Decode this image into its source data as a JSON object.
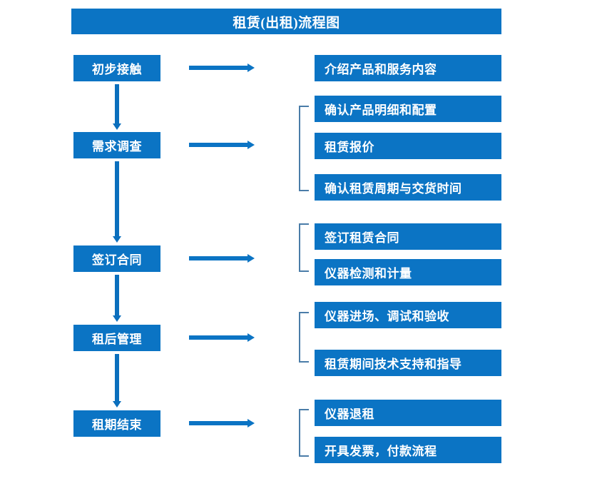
{
  "title": "租赁(出租)流程图",
  "accent_color": "#0b74c4",
  "bracket_color": "#4a7ca8",
  "background_color": "#ffffff",
  "text_color": "#ffffff",
  "stages": [
    {
      "label": "初步接触"
    },
    {
      "label": "需求调查"
    },
    {
      "label": "签订合同"
    },
    {
      "label": "租后管理"
    },
    {
      "label": "租期结束"
    }
  ],
  "details": [
    {
      "label": "介绍产品和服务内容"
    },
    {
      "label": "确认产品明细和配置"
    },
    {
      "label": "租赁报价"
    },
    {
      "label": "确认租赁周期与交货时间"
    },
    {
      "label": "签订租赁合同"
    },
    {
      "label": "仪器检测和计量"
    },
    {
      "label": "仪器进场、调试和验收"
    },
    {
      "label": "租赁期间技术支持和指导"
    },
    {
      "label": "仪器退租"
    },
    {
      "label": "开具发票，付款流程"
    }
  ],
  "chart_data": {
    "type": "diagram",
    "diagram_kind": "flowchart",
    "title": "租赁(出租)流程图",
    "orientation": "vertical-with-branches",
    "nodes": [
      {
        "id": "s1",
        "label": "初步接触",
        "column": "left",
        "order": 1
      },
      {
        "id": "s2",
        "label": "需求调查",
        "column": "left",
        "order": 2
      },
      {
        "id": "s3",
        "label": "签订合同",
        "column": "left",
        "order": 3
      },
      {
        "id": "s4",
        "label": "租后管理",
        "column": "left",
        "order": 4
      },
      {
        "id": "s5",
        "label": "租期结束",
        "column": "left",
        "order": 5
      },
      {
        "id": "d1",
        "label": "介绍产品和服务内容",
        "column": "right",
        "group": 1
      },
      {
        "id": "d2",
        "label": "确认产品明细和配置",
        "column": "right",
        "group": 2
      },
      {
        "id": "d3",
        "label": "租赁报价",
        "column": "right",
        "group": 2
      },
      {
        "id": "d4",
        "label": "确认租赁周期与交货时间",
        "column": "right",
        "group": 2
      },
      {
        "id": "d5",
        "label": "签订租赁合同",
        "column": "right",
        "group": 3
      },
      {
        "id": "d6",
        "label": "仪器检测和计量",
        "column": "right",
        "group": 3
      },
      {
        "id": "d7",
        "label": "仪器进场、调试和验收",
        "column": "right",
        "group": 4
      },
      {
        "id": "d8",
        "label": "租赁期间技术支持和指导",
        "column": "right",
        "group": 4
      },
      {
        "id": "d9",
        "label": "仪器退租",
        "column": "right",
        "group": 5
      },
      {
        "id": "d10",
        "label": "开具发票，付款流程",
        "column": "right",
        "group": 5
      }
    ],
    "edges": [
      {
        "from": "s1",
        "to": "s2",
        "kind": "vertical-arrow"
      },
      {
        "from": "s2",
        "to": "s3",
        "kind": "vertical-arrow"
      },
      {
        "from": "s3",
        "to": "s4",
        "kind": "vertical-arrow"
      },
      {
        "from": "s4",
        "to": "s5",
        "kind": "vertical-arrow"
      },
      {
        "from": "s1",
        "to": "d1",
        "kind": "horizontal-arrow"
      },
      {
        "from": "s2",
        "to": "d2",
        "kind": "horizontal-arrow-bracket"
      },
      {
        "from": "s3",
        "to": "d5",
        "kind": "horizontal-arrow-bracket"
      },
      {
        "from": "s4",
        "to": "d7",
        "kind": "horizontal-arrow-bracket"
      },
      {
        "from": "s5",
        "to": "d9",
        "kind": "horizontal-arrow-bracket"
      }
    ]
  }
}
